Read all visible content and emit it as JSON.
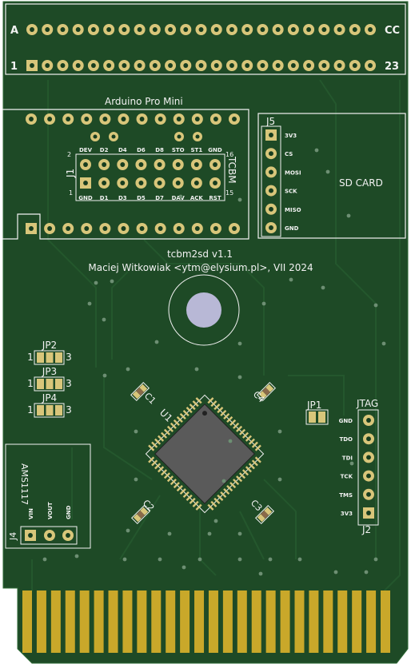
{
  "board": {
    "title": "tcbm2sd v1.1",
    "author": "Maciej Witkowiak <ytm@elysium.pl>, VII 2024",
    "colors": {
      "board": "#1e4a26",
      "board_dark": "#173d1f",
      "trace": "#24592d",
      "silk": "#f2f2f2",
      "gold": "#c9a82a",
      "pad": "#d8c67a",
      "chip": "#5a5a5a"
    }
  },
  "top_header": {
    "row_a_label": "A",
    "row_a_end_label": "CC",
    "row_1_label": "1",
    "row_1_end_label": "23",
    "pin_count": 23
  },
  "arduino": {
    "label": "Arduino Pro Mini"
  },
  "j1": {
    "ref": "J1",
    "name": "TCBM",
    "pin_left_top": "2",
    "pin_left_bottom": "1",
    "pin_right_top": "16",
    "pin_right_bottom": "15",
    "top_labels": [
      "DEV",
      "D2",
      "D4",
      "D6",
      "D8",
      "STO",
      "ST1",
      "GND"
    ],
    "bottom_labels": [
      "GND",
      "D1",
      "D3",
      "D5",
      "D7",
      "DAV",
      "ACK",
      "RST"
    ]
  },
  "sd": {
    "ref": "J5",
    "label": "SD CARD",
    "pins": [
      "3V3",
      "CS",
      "MOSI",
      "SCK",
      "MISO",
      "GND"
    ]
  },
  "jumpers": [
    {
      "ref": "JP2",
      "left": "1",
      "right": "3"
    },
    {
      "ref": "JP3",
      "left": "1",
      "right": "3"
    },
    {
      "ref": "JP4",
      "left": "1",
      "right": "3"
    }
  ],
  "jp1": {
    "ref": "JP1"
  },
  "jtag": {
    "label": "JTAG",
    "ref": "J2",
    "pins": [
      "GND",
      "TDO",
      "TDI",
      "TCK",
      "TMS",
      "3V3"
    ]
  },
  "regulator": {
    "label": "AMS1117",
    "ref": "J4",
    "pins": [
      "VIN",
      "VOUT",
      "GND"
    ]
  },
  "ic": {
    "ref": "U1"
  },
  "caps": {
    "c1": "C1",
    "c2": "C2",
    "c3": "C3",
    "c4": "C4"
  },
  "edge_connector": {
    "finger_count": 26
  }
}
